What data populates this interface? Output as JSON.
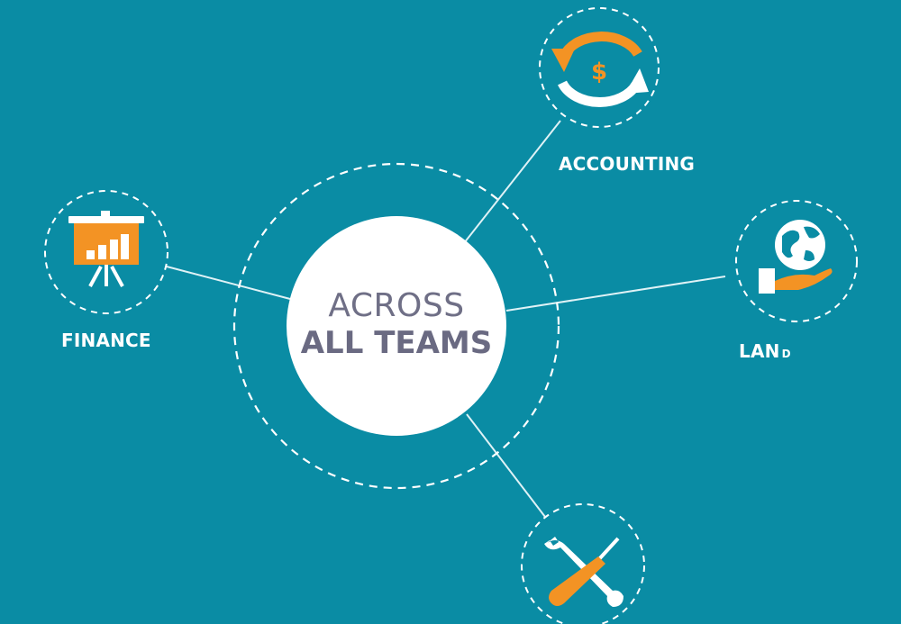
{
  "diagram": {
    "center": {
      "line1": "ACROSS",
      "line2": "ALL TEAMS"
    },
    "nodes": [
      {
        "id": "finance",
        "label": "FINANCE",
        "icon": "presentation-chart-icon"
      },
      {
        "id": "accounting",
        "label": "ACCOUNTING",
        "icon": "dollar-cycle-icon"
      },
      {
        "id": "land",
        "label_main": "LAN",
        "label_small": "D",
        "icon": "globe-in-hand-icon"
      },
      {
        "id": "tools",
        "label": "",
        "icon": "wrench-screwdriver-icon"
      }
    ]
  },
  "colors": {
    "background": "#0a8ca4",
    "accent": "#f39324",
    "white": "#ffffff",
    "center_text": "#6f6f86"
  }
}
